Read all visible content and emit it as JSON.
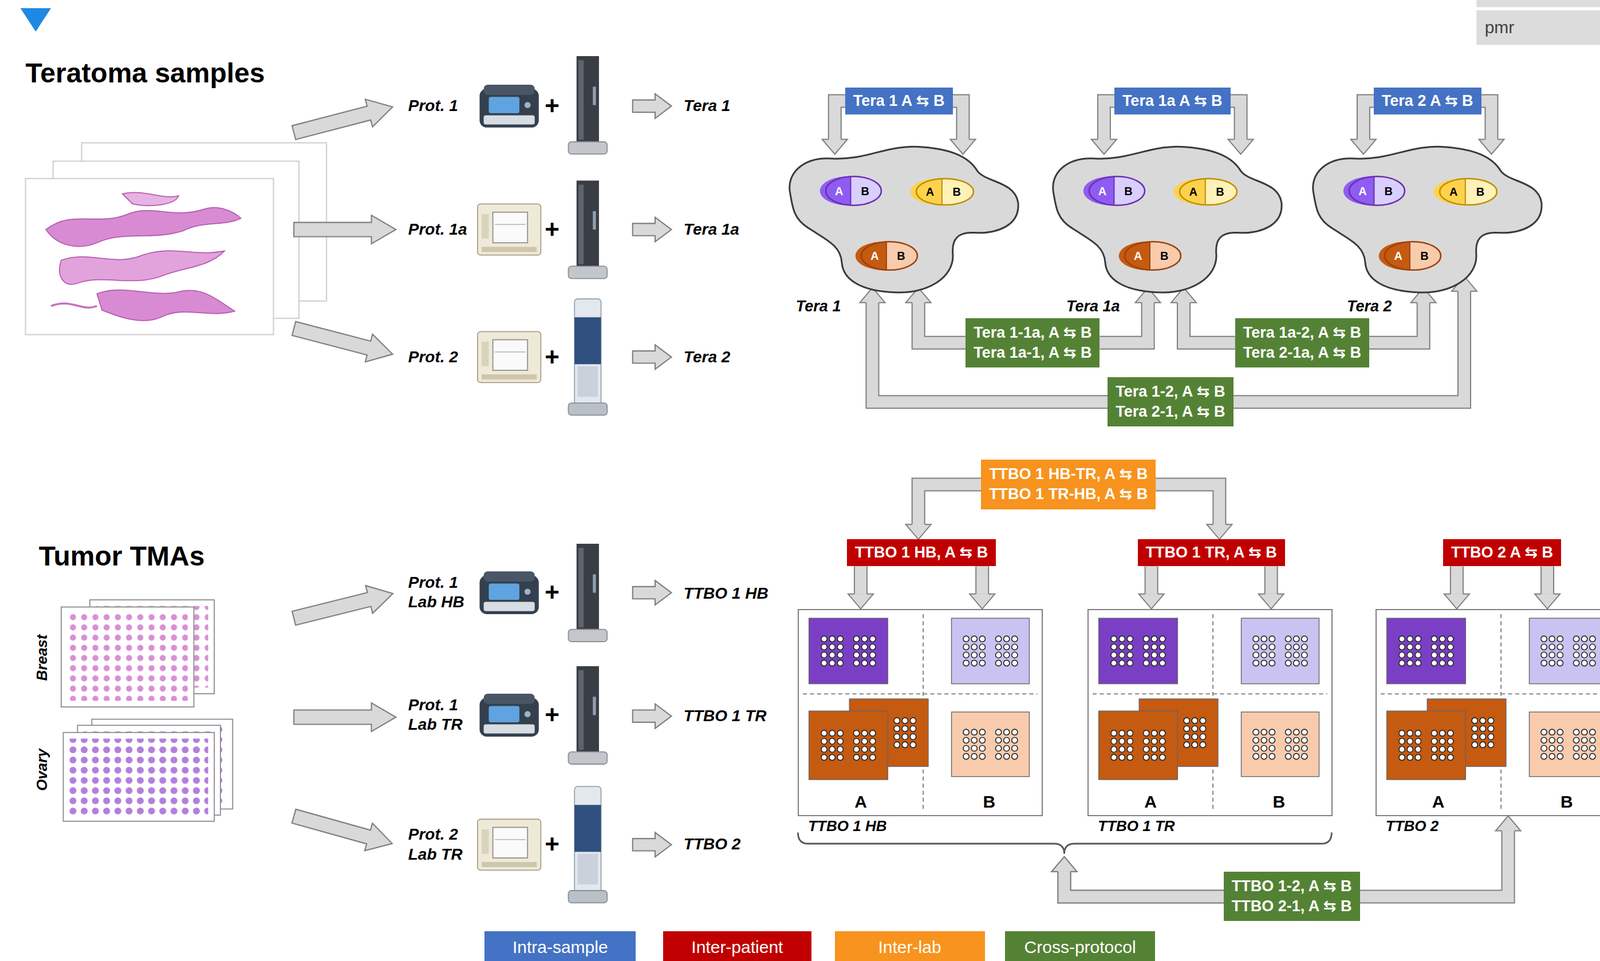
{
  "diagram": {
    "nodes": [
      {
        "text": [
          "Tera 1 A ⇆ B"
        ]
      },
      {
        "text": [
          "Tera 1a A ⇆ B"
        ]
      },
      {
        "text": [
          "Tera 2 A ⇆ B"
        ]
      },
      {
        "text": [
          "Tera 1"
        ]
      },
      {
        "text": [
          "A",
          "B"
        ],
        "in": 3
      },
      {
        "text": [
          "A",
          "B"
        ],
        "in": 3
      },
      {
        "text": [
          "A",
          "B"
        ],
        "in": 3
      },
      {
        "text": [
          "Tera 1a"
        ]
      },
      {
        "text": [
          "A",
          "B"
        ],
        "in": 7
      },
      {
        "text": [
          "A",
          "B"
        ],
        "in": 7
      },
      {
        "text": [
          "A",
          "B"
        ],
        "in": 7
      },
      {
        "text": [
          "Tera 2"
        ]
      },
      {
        "text": [
          "A",
          "B"
        ],
        "in": 11
      },
      {
        "text": [
          "A",
          "B"
        ],
        "in": 11
      },
      {
        "text": [
          "A",
          "B"
        ],
        "in": 11
      },
      {
        "text": [
          "Tera 1-1a, A ⇆ B",
          "Tera 1a-1, A ⇆ B"
        ]
      },
      {
        "text": [
          "Tera 1a-2, A ⇆ B",
          "Tera 2-1a, A ⇆ B"
        ]
      },
      {
        "text": [
          "Tera 1-2, A ⇆ B",
          "Tera 2-1, A ⇆ B"
        ]
      },
      {
        "text": [
          "TTBO 1 HB-TR, A ⇆ B",
          "TTBO 1 TR-HB, A ⇆ B"
        ]
      },
      {
        "text": [
          "TTBO 1 HB, A ⇆ B"
        ]
      },
      {
        "text": [
          "TTBO 1 TR, A ⇆ B"
        ]
      },
      {
        "text": [
          "TTBO 2 A ⇆ B"
        ]
      },
      {
        "text": [
          "A",
          "B",
          "TTBO 1 HB"
        ]
      },
      {
        "text": [
          "A",
          "B",
          "TTBO 1 TR"
        ]
      },
      {
        "text": [
          "A",
          "B",
          "TTBO 2"
        ]
      },
      {
        "text": [
          "TTBO 1-2, A ⇆ B",
          "TTBO 2-1, A ⇆ B"
        ]
      }
    ],
    "edges": [
      {
        "from": 0,
        "to": 3,
        "arrow": "to"
      },
      {
        "from": 1,
        "to": 7,
        "arrow": "to"
      },
      {
        "from": 2,
        "to": 11,
        "arrow": "to"
      },
      {
        "from": 15,
        "to": 3,
        "arrow": "to"
      },
      {
        "from": 15,
        "to": 7,
        "arrow": "to"
      },
      {
        "from": 16,
        "to": 7,
        "arrow": "to"
      },
      {
        "from": 16,
        "to": 11,
        "arrow": "to"
      },
      {
        "from": 17,
        "to": 3,
        "arrow": "to"
      },
      {
        "from": 17,
        "to": 11,
        "arrow": "to"
      },
      {
        "from": 18,
        "to": 19,
        "arrow": "to"
      },
      {
        "from": 18,
        "to": 20,
        "arrow": "to"
      },
      {
        "from": 19,
        "to": 22,
        "arrow": "to"
      },
      {
        "from": 20,
        "to": 23,
        "arrow": "to"
      },
      {
        "from": 21,
        "to": 24,
        "arrow": "to"
      },
      {
        "from": 25,
        "to": 22,
        "arrow": "to"
      },
      {
        "from": 25,
        "to": 23,
        "arrow": "to"
      },
      {
        "from": 25,
        "to": 24,
        "arrow": "to"
      }
    ],
    "labels": [
      "pmr",
      "Teratoma samples",
      "Prot. 1",
      "+",
      "Tera 1",
      "Prot. 1a",
      "+",
      "Tera 1a",
      "Prot. 2",
      "+",
      "Tera 2",
      "Tumor TMAs",
      "Breast",
      "Ovary",
      "Prot. 1 Lab HB",
      "+",
      "TTBO 1 HB",
      "Prot. 1 Lab TR",
      "+",
      "TTBO 1 TR",
      "Prot. 2 Lab TR",
      "+",
      "TTBO 2"
    ],
    "legend": [
      {
        "text": "Intra-sample",
        "color": "#4472C4"
      },
      {
        "text": "Inter-patient",
        "color": "#C00000"
      },
      {
        "text": "Inter-lab",
        "color": "#F7931E"
      },
      {
        "text": "Cross-protocol",
        "color": "#548235"
      }
    ]
  }
}
